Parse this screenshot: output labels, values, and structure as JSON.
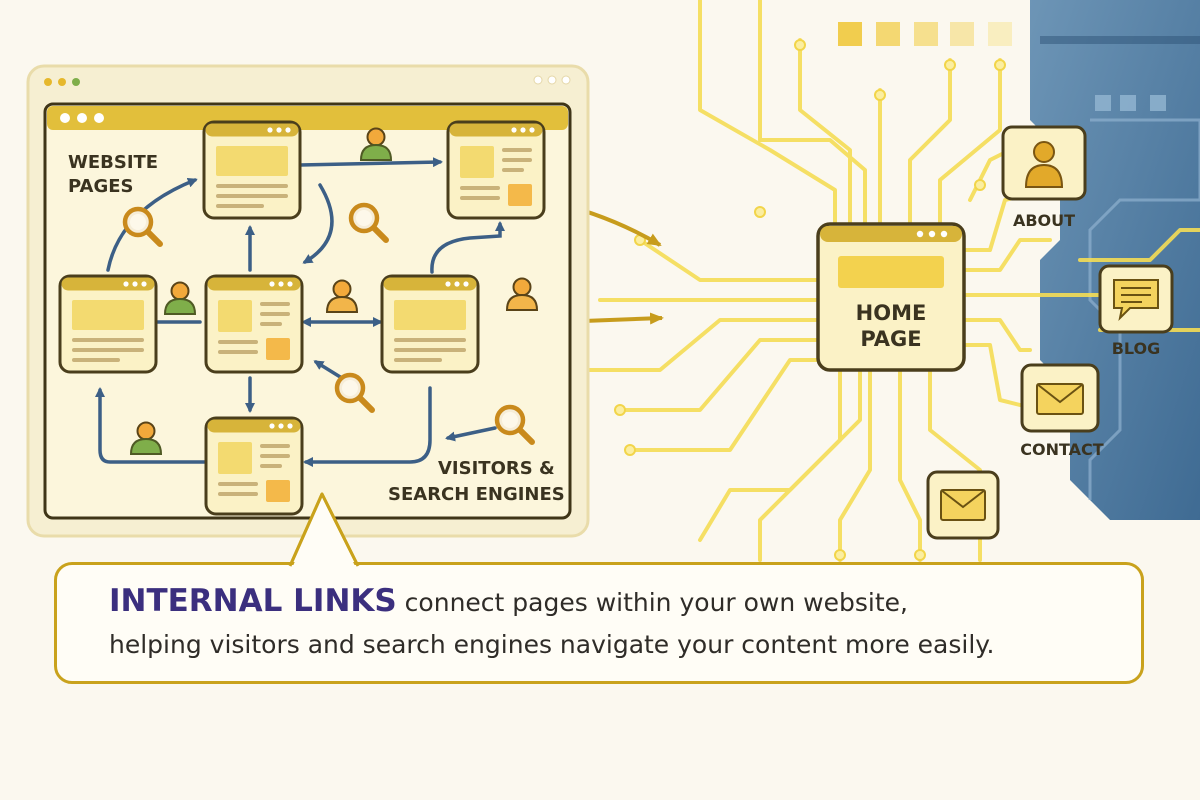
{
  "diagram": {
    "labels": {
      "website_pages_line1": "WEBSITE",
      "website_pages_line2": "PAGES",
      "visitors_line1": "VISITORS &",
      "visitors_line2": "SEARCH ENGINES",
      "home_line1": "HOME",
      "home_line2": "PAGE",
      "about": "ABOUT",
      "blog": "BLOG",
      "contact": "CONTACT"
    },
    "icons": [
      "browser-page-icon",
      "person-icon",
      "magnifier-icon",
      "envelope-icon",
      "speech-bubble-icon"
    ],
    "colors": {
      "gold": "#e7c33c",
      "gold_dark": "#c9a21c",
      "navy_arrow": "#3c5f86",
      "purple_text": "#3b2f7e",
      "circuit_glow": "#f7e56b",
      "panel_bg": "#fbf3d0",
      "blue_panel": "#4d7ba2"
    }
  },
  "callout": {
    "keyword": "INTERNAL LINKS",
    "rest_line1": " connect pages within your own website,",
    "line2": "helping visitors and search engines navigate your content more easily."
  }
}
